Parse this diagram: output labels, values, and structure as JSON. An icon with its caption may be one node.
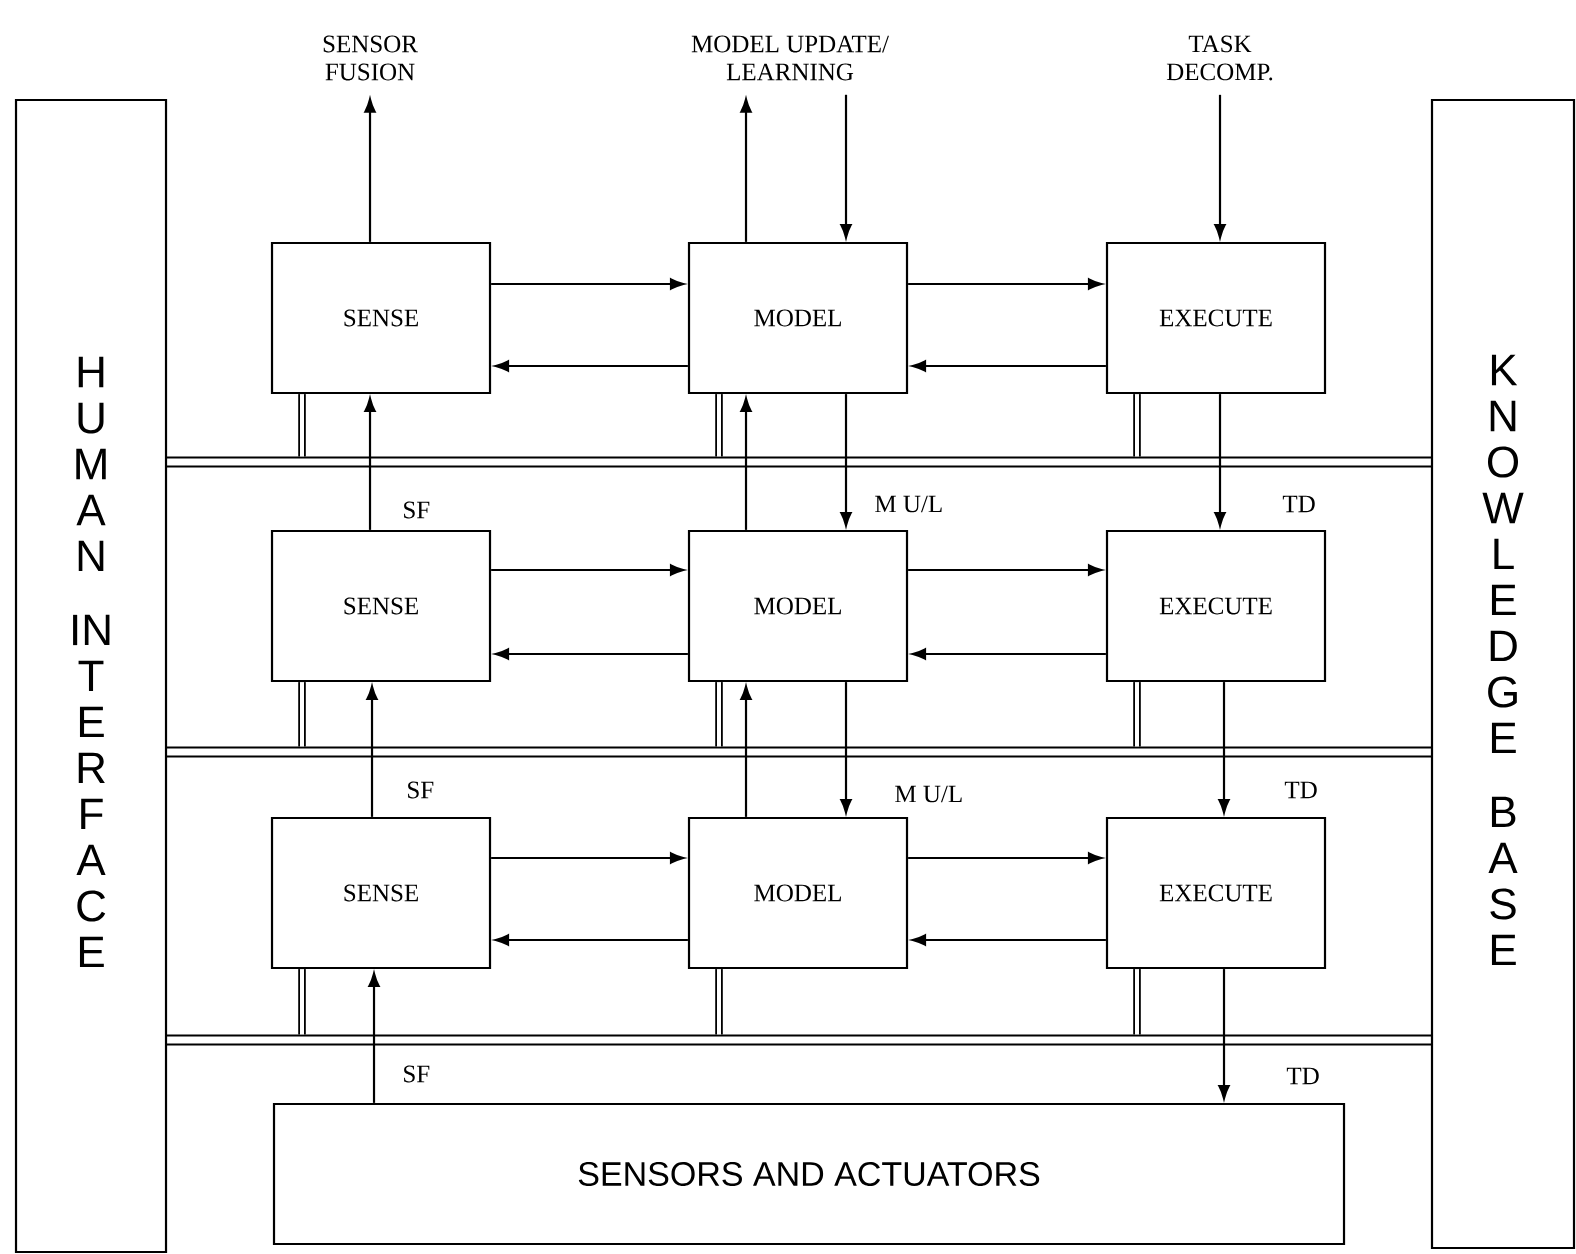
{
  "diagram": {
    "nodes": [
      {
        "text": [
          "HUMAN INTERFACE"
        ]
      },
      {
        "text": [
          "KNOWLEDGE BASE"
        ]
      },
      {
        "text": [
          "SENSOR FUSION"
        ]
      },
      {
        "text": [
          "MODEL UPDATE/ LEARNING"
        ]
      },
      {
        "text": [
          "TASK DECOMP."
        ]
      },
      {
        "text": [
          "SENSE"
        ]
      },
      {
        "text": [
          "MODEL"
        ]
      },
      {
        "text": [
          "EXECUTE"
        ]
      },
      {
        "text": [
          "SENSE"
        ]
      },
      {
        "text": [
          "MODEL"
        ]
      },
      {
        "text": [
          "EXECUTE"
        ]
      },
      {
        "text": [
          "SENSE"
        ]
      },
      {
        "text": [
          "MODEL"
        ]
      },
      {
        "text": [
          "EXECUTE"
        ]
      },
      {
        "text": [
          "SENSORS AND ACTUATORS"
        ]
      },
      {
        "text": [],
        "shape": "bar"
      },
      {
        "text": [],
        "shape": "bar"
      },
      {
        "text": [],
        "shape": "bar"
      }
    ],
    "edges": [
      {
        "from": 5,
        "to": 2,
        "arrow": "to"
      },
      {
        "from": 6,
        "to": 3,
        "arrow": "to"
      },
      {
        "from": 3,
        "to": 6,
        "arrow": "to"
      },
      {
        "from": 4,
        "to": 7,
        "arrow": "to"
      },
      {
        "from": 5,
        "to": 6,
        "arrow": "to"
      },
      {
        "from": 6,
        "to": 5,
        "arrow": "to"
      },
      {
        "from": 6,
        "to": 7,
        "arrow": "to"
      },
      {
        "from": 7,
        "to": 6,
        "arrow": "to"
      },
      {
        "from": 8,
        "to": 9,
        "arrow": "to"
      },
      {
        "from": 9,
        "to": 8,
        "arrow": "to"
      },
      {
        "from": 9,
        "to": 10,
        "arrow": "to"
      },
      {
        "from": 10,
        "to": 9,
        "arrow": "to"
      },
      {
        "from": 11,
        "to": 12,
        "arrow": "to"
      },
      {
        "from": 12,
        "to": 11,
        "arrow": "to"
      },
      {
        "from": 12,
        "to": 13,
        "arrow": "to"
      },
      {
        "from": 13,
        "to": 12,
        "arrow": "to"
      },
      {
        "from": 8,
        "to": 5,
        "arrow": "to",
        "label": "SF"
      },
      {
        "from": 9,
        "to": 6,
        "arrow": "to"
      },
      {
        "from": 6,
        "to": 9,
        "arrow": "to",
        "label": "M U/L"
      },
      {
        "from": 7,
        "to": 10,
        "arrow": "to",
        "label": "TD"
      },
      {
        "from": 11,
        "to": 8,
        "arrow": "to",
        "label": "SF"
      },
      {
        "from": 12,
        "to": 9,
        "arrow": "to"
      },
      {
        "from": 9,
        "to": 12,
        "arrow": "to",
        "label": "M U/L"
      },
      {
        "from": 10,
        "to": 13,
        "arrow": "to",
        "label": "TD"
      },
      {
        "from": 14,
        "to": 11,
        "arrow": "to",
        "label": "SF"
      },
      {
        "from": 13,
        "to": 14,
        "arrow": "to",
        "label": "TD"
      },
      {
        "from": 5,
        "to": 15,
        "arrow": "none",
        "style": "thick"
      },
      {
        "from": 6,
        "to": 15,
        "arrow": "none",
        "style": "thick"
      },
      {
        "from": 7,
        "to": 15,
        "arrow": "none",
        "style": "thick"
      },
      {
        "from": 8,
        "to": 16,
        "arrow": "none",
        "style": "thick"
      },
      {
        "from": 9,
        "to": 16,
        "arrow": "none",
        "style": "thick"
      },
      {
        "from": 10,
        "to": 16,
        "arrow": "none",
        "style": "thick"
      },
      {
        "from": 11,
        "to": 17,
        "arrow": "none",
        "style": "thick"
      },
      {
        "from": 12,
        "to": 17,
        "arrow": "none",
        "style": "thick"
      },
      {
        "from": 13,
        "to": 17,
        "arrow": "none",
        "style": "thick"
      }
    ]
  }
}
